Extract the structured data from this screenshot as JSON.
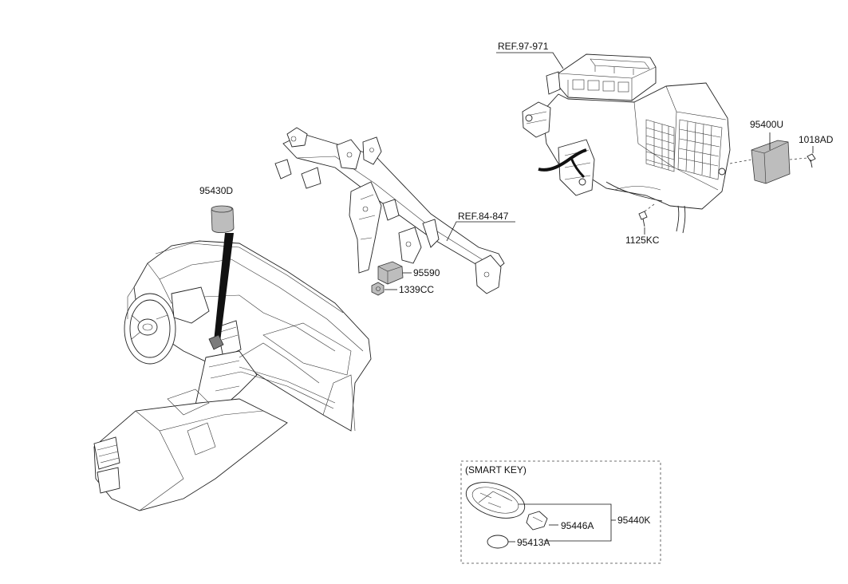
{
  "labels": {
    "ref_hvac": "REF.97-971",
    "ref_cowl": "REF.84-847",
    "part_95430D": "95430D",
    "part_95590": "95590",
    "part_1339CC": "1339CC",
    "part_95400U": "95400U",
    "part_1018AD": "1018AD",
    "part_1125KC": "1125KC",
    "smart_key_title": "(SMART KEY)",
    "part_95446A": "95446A",
    "part_95440K": "95440K",
    "part_95413A": "95413A"
  }
}
